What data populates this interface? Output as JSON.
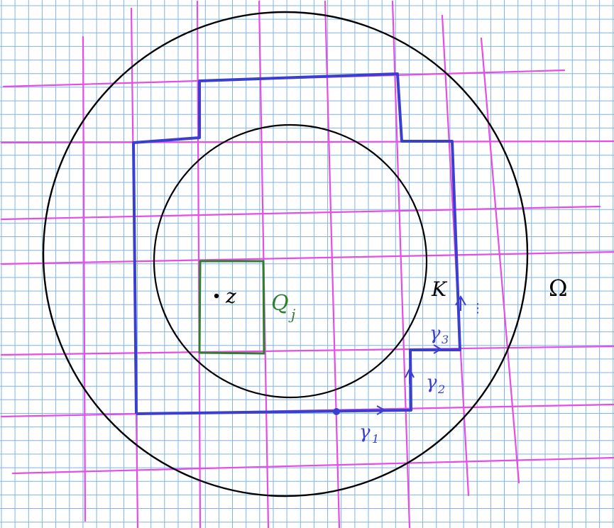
{
  "labels": {
    "point": "z",
    "cube": "Q",
    "cube_sub": "j",
    "compact": "K",
    "domain": "Ω",
    "gamma1": "γ",
    "gamma1_sub": "1",
    "gamma2": "γ",
    "gamma2_sub": "2",
    "gamma3": "γ",
    "gamma3_sub": "3",
    "ellipsis": "⋮"
  },
  "colors": {
    "paper": "#ffffff",
    "grid": "#7fb4e4",
    "magenta_grid": "#e64ce6",
    "contour": "#3b3fcf",
    "cube": "#2f7d2f",
    "circle": "#000000",
    "label_blue": "#3b3fcf",
    "label_green": "#2f7d2f",
    "label_black": "#000000"
  }
}
